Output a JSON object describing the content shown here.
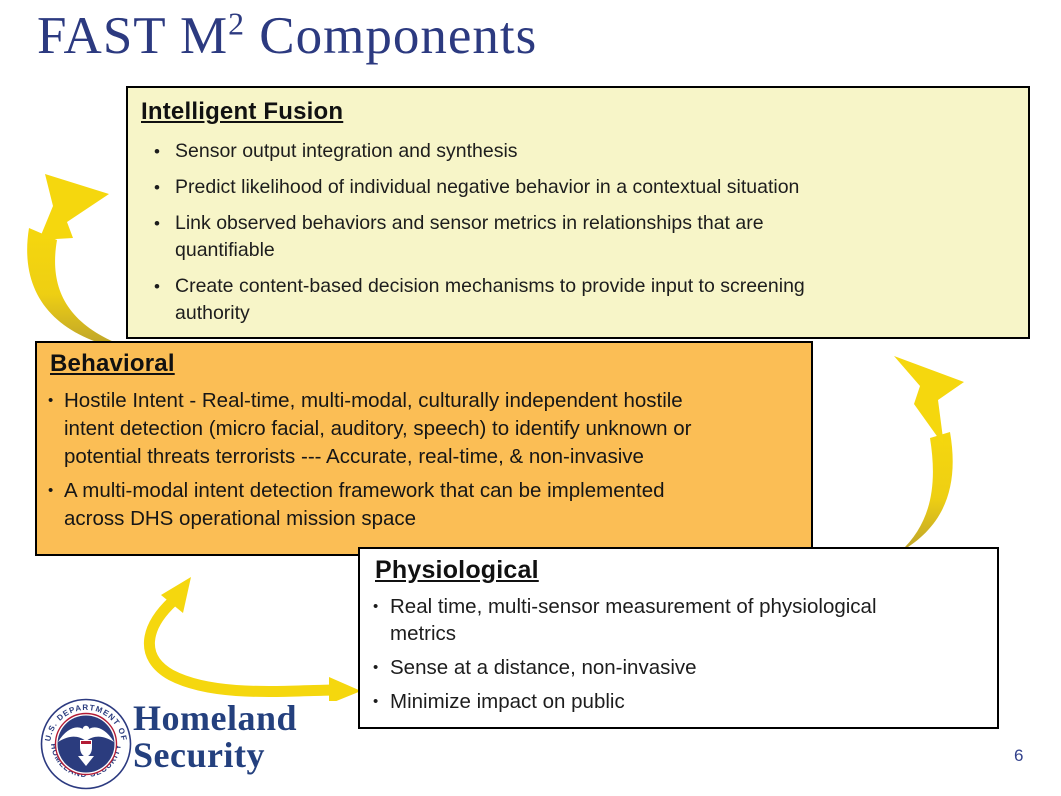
{
  "title": {
    "prefix": "FAST M",
    "superscript": "2",
    "suffix": " Components"
  },
  "page_number": "6",
  "boxes": {
    "fusion": {
      "heading": "Intelligent Fusion",
      "bullets": [
        "Sensor output integration and synthesis",
        "Predict  likelihood of individual negative behavior in a contextual situation",
        "Link observed behaviors and sensor metrics in relationships that are\nquantifiable",
        "Create content-based decision mechanisms to provide input to screening\nauthority"
      ]
    },
    "behavioral": {
      "heading": "Behavioral",
      "bullets": [
        "Hostile Intent - Real-time, multi-modal, culturally independent hostile\nintent detection (micro facial, auditory, speech) to identify unknown or\npotential threats terrorists --- Accurate, real-time, & non-invasive",
        "A multi-modal intent detection framework that can be implemented\nacross DHS operational mission space"
      ]
    },
    "physiological": {
      "heading": "Physiological",
      "bullets": [
        "Real time, multi-sensor measurement of physiological\nmetrics",
        "Sense at a distance, non-invasive",
        "Minimize impact on public"
      ]
    }
  },
  "logo": {
    "seal_top_text": "U.S. DEPARTMENT OF",
    "seal_bottom_text": "HOMELAND SECURITY",
    "wordmark_line1": "Homeland",
    "wordmark_line2": "Security"
  },
  "colors": {
    "title_navy": "#2C3A80",
    "fusion_bg": "#F7F5C8",
    "behavioral_bg": "#FBBE55",
    "physiological_bg": "#FFFFFF",
    "box_border": "#000000",
    "arrow_yellow": "#F5D70E",
    "arrow_olive": "#BCA22C",
    "wordmark_navy": "#24407E",
    "seal_red": "#B31B34"
  }
}
